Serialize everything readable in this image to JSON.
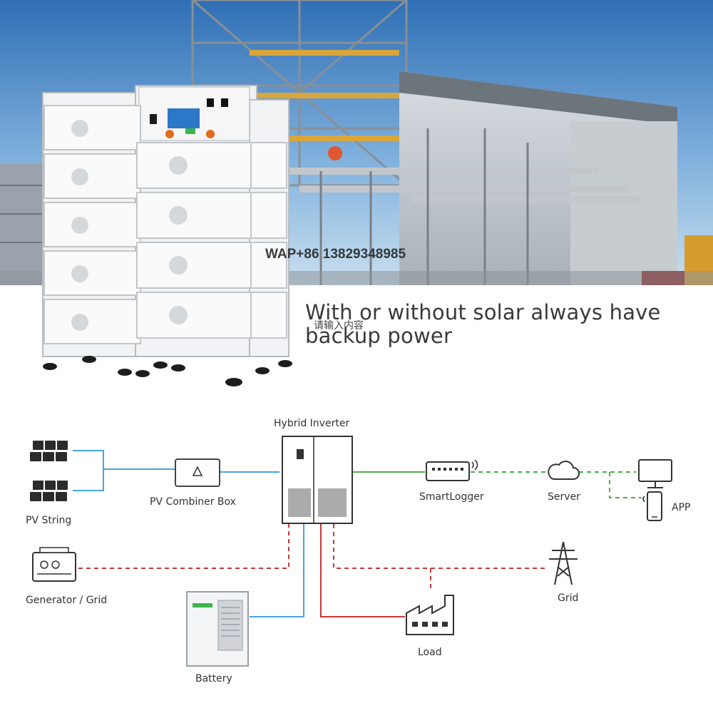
{
  "headline": {
    "line1": "With or without solar always have",
    "line2": "backup power"
  },
  "watermark": {
    "phone": "WAP+86 13829348985",
    "placeholder": "请输入内容"
  },
  "diagram": {
    "nodes": {
      "pv_string": "PV String",
      "pv_combiner": "PV Combiner Box",
      "hybrid_inverter": "Hybrid Inverter",
      "smartlogger": "SmartLogger",
      "server": "Server",
      "app": "APP",
      "generator_grid": "Generator / Grid",
      "grid": "Grid",
      "load": "Load",
      "battery": "Battery"
    },
    "line_colors": {
      "dc": "#4aa3df",
      "comm": "#4cae4c",
      "ac": "#c9383a"
    }
  }
}
